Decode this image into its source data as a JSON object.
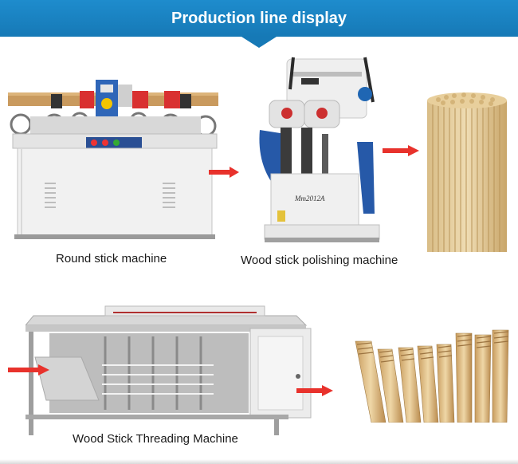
{
  "header": {
    "title": "Production line display",
    "background": "#1a84c4"
  },
  "products": [
    {
      "caption": "Round stick machine"
    },
    {
      "caption": "Wood stick polishing machine",
      "model_plate": "Mm2012A"
    },
    {
      "caption": "Wood Stick Threading Machine"
    }
  ],
  "flow_arrow_color": "#e8322c",
  "icons": [
    "flow-arrow-icon"
  ]
}
